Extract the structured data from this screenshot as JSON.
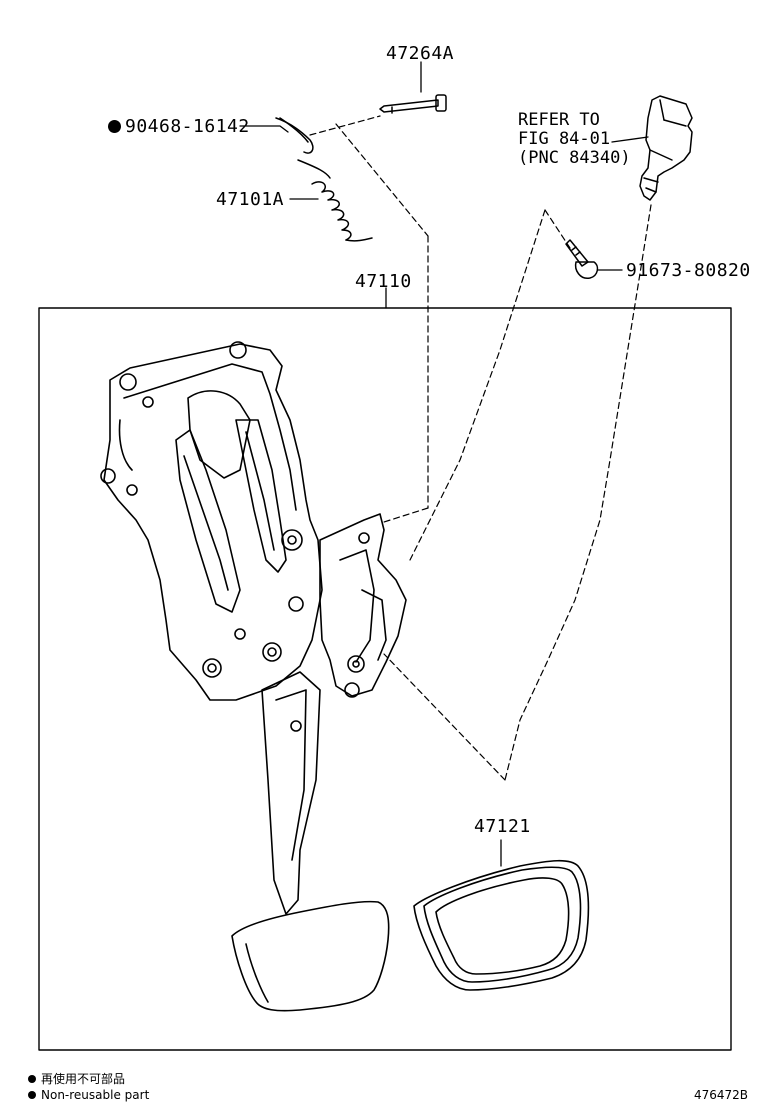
{
  "labels": {
    "p47264a": "47264A",
    "p90468": "90468-16142",
    "p47101a": "47101A",
    "p47110": "47110",
    "p91673": "91673-80820",
    "p47121": "47121"
  },
  "refer": {
    "line1": "REFER TO",
    "line2": "FIG 84-01",
    "line3": "(PNC 84340)"
  },
  "legend": {
    "jp": "再使用不可部品",
    "en": "Non-reusable part"
  },
  "diagram_code": "476472B"
}
